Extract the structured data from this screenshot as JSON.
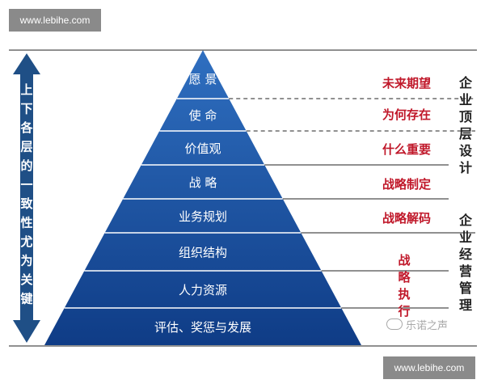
{
  "watermarks": [
    "www.lebihe.com",
    "www.lebihe.com"
  ],
  "vertical_title": "上下各层的一致性尤为关键",
  "levels": [
    "愿 景",
    "使 命",
    "价值观",
    "战 略",
    "业务规划",
    "组织结构",
    "人力资源",
    "评估、奖惩与发展"
  ],
  "right_labels": [
    "未来期望",
    "为何存在",
    "什么重要",
    "战略制定",
    "战略解码",
    "战略执行"
  ],
  "right_groups": [
    "企业顶层设计",
    "企业经营管理"
  ],
  "brand_text": "乐诺之声",
  "colors": {
    "arrow": "#1f4f86",
    "pyramid_top": "#2f6fc0",
    "pyramid_bottom": "#0f3c86",
    "label_red": "#c0182a",
    "group_text": "#222222"
  }
}
